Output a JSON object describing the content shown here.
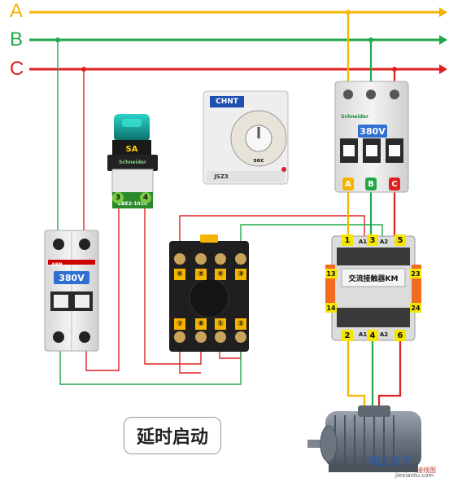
{
  "phases": [
    {
      "label": "A",
      "color": "#f5b400"
    },
    {
      "label": "B",
      "color": "#22a84a"
    },
    {
      "label": "C",
      "color": "#e02020"
    }
  ],
  "left_breaker": {
    "voltage": "380V",
    "brand": "ABB"
  },
  "selector_switch": {
    "label": "SA",
    "brand": "Schneider",
    "model": "ZBE2-101C",
    "terminals": [
      "3",
      "4"
    ]
  },
  "timer_relay": {
    "brand": "CHNT",
    "model": "JSZ3",
    "unit": "sec"
  },
  "relay_socket": {
    "top_pins": [
      "⑥",
      "⑤",
      "④",
      "③"
    ],
    "bottom_pins": [
      "⑦",
      "⑧",
      "①",
      "②"
    ]
  },
  "right_breaker": {
    "voltage": "380V",
    "brand": "Schneider",
    "outputs": [
      "A",
      "B",
      "C"
    ]
  },
  "contactor": {
    "title": "交流接触器KM",
    "top_terminals": [
      "1",
      "3",
      "5"
    ],
    "bottom_terminals": [
      "2",
      "4",
      "6"
    ],
    "left_aux": [
      "13",
      "14"
    ],
    "right_aux": [
      "23",
      "24"
    ],
    "coil_top": [
      "A1",
      "A2"
    ],
    "coil_bottom": [
      "A1",
      "A2"
    ]
  },
  "caption": "延时启动",
  "watermarks": {
    "brand_cn": "电工天下",
    "brand_site": "jiexiantu.com",
    "corner": "接线图"
  }
}
